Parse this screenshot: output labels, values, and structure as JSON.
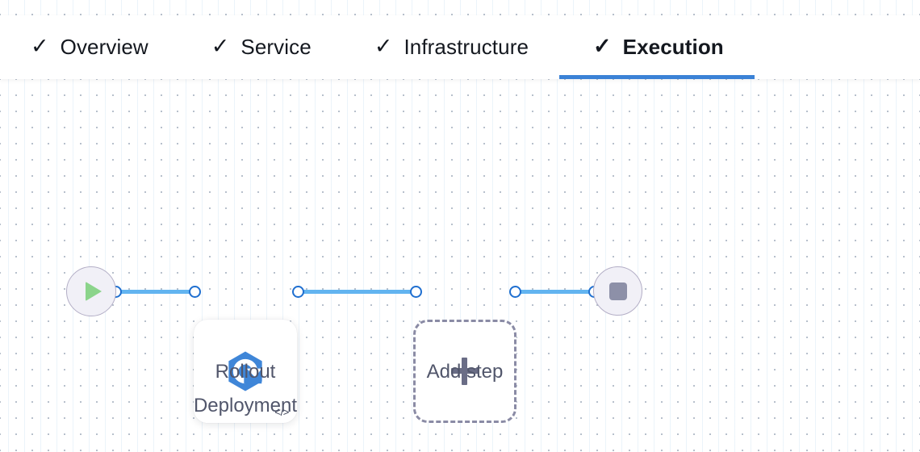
{
  "header": {
    "tabs": [
      {
        "label": "Overview",
        "icon": "check-icon",
        "active": false,
        "complete": true
      },
      {
        "label": "Service",
        "icon": "check-icon",
        "active": false,
        "complete": true
      },
      {
        "label": "Infrastructure",
        "icon": "check-icon",
        "active": false,
        "complete": true
      },
      {
        "label": "Execution",
        "icon": "check-icon",
        "active": true,
        "complete": true
      }
    ],
    "check_glyph": "✓",
    "active_underline_color": "#3b82d6"
  },
  "canvas": {
    "background_color": "#ffffff",
    "grid_dot_color": "#b6bfcb",
    "grid_line_color": "#dbeaf6",
    "grid_spacing": "20"
  },
  "pipeline": {
    "nodes": [
      {
        "id": "start",
        "type": "start-node",
        "icon": "play-icon",
        "label": "",
        "fill_color": "#f1f0f7",
        "border_color": "#b3aec6",
        "icon_color": "#8bd48b"
      },
      {
        "id": "rollout-deployment",
        "type": "step-card",
        "icon": "rollout-deployment-icon",
        "badge_icon": "code-icon",
        "badge_glyph": "</>",
        "label": "Rollout\nDeployment",
        "icon_color": "#3f86d8"
      },
      {
        "id": "add-step",
        "type": "add-step-node",
        "icon": "plus-icon",
        "label": "Add step",
        "border_color": "#8a8ba5",
        "icon_color": "#6a6d86"
      },
      {
        "id": "end",
        "type": "end-node",
        "icon": "stop-icon",
        "label": "",
        "fill_color": "#f1f0f7",
        "border_color": "#b3aec6",
        "icon_color": "#8d90a8"
      }
    ],
    "edges": [
      {
        "from": "start",
        "to": "rollout-deployment"
      },
      {
        "from": "rollout-deployment",
        "to": "add-step"
      },
      {
        "from": "add-step",
        "to": "end"
      }
    ],
    "edge_color": "#62b4f0",
    "port_color": "#1f6fd0"
  }
}
